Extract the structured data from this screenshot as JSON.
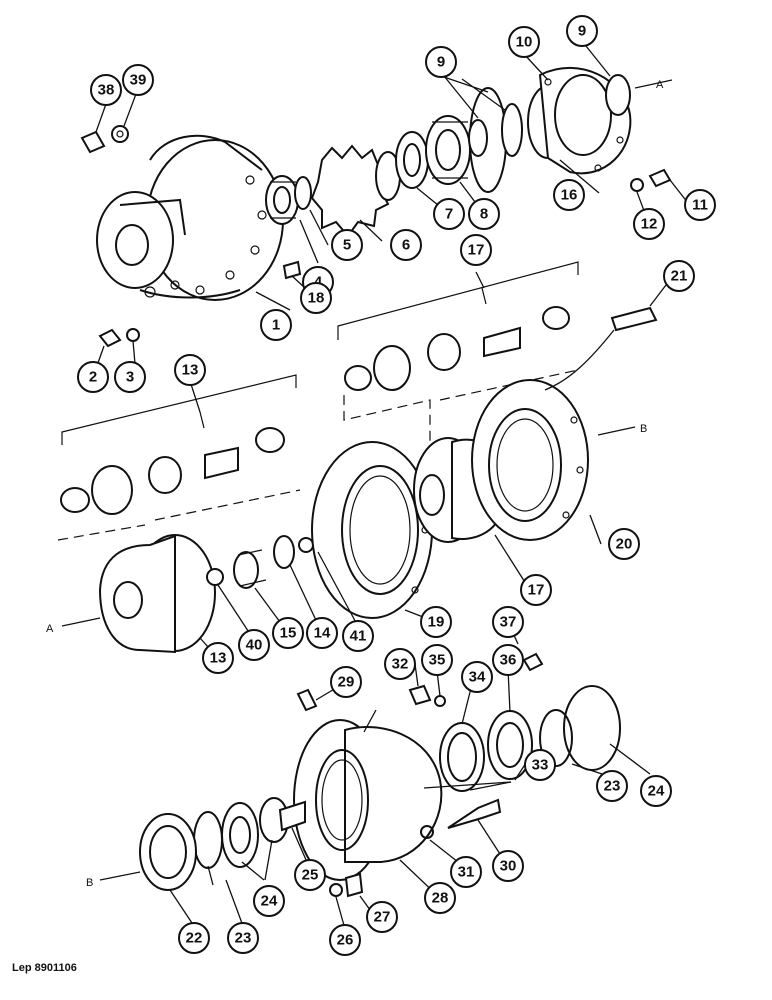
{
  "reference_code": "Lep 8901106",
  "axis_markers": [
    "A",
    "A",
    "B",
    "B"
  ],
  "callouts": [
    "1",
    "2",
    "3",
    "4",
    "5",
    "6",
    "7",
    "8",
    "9",
    "9",
    "10",
    "11",
    "12",
    "13",
    "13",
    "14",
    "15",
    "16",
    "17",
    "17",
    "18",
    "19",
    "20",
    "21",
    "22",
    "23",
    "23",
    "24",
    "24",
    "25",
    "26",
    "27",
    "28",
    "29",
    "30",
    "31",
    "32",
    "33",
    "34",
    "35",
    "36",
    "37",
    "38",
    "39",
    "40",
    "41"
  ]
}
